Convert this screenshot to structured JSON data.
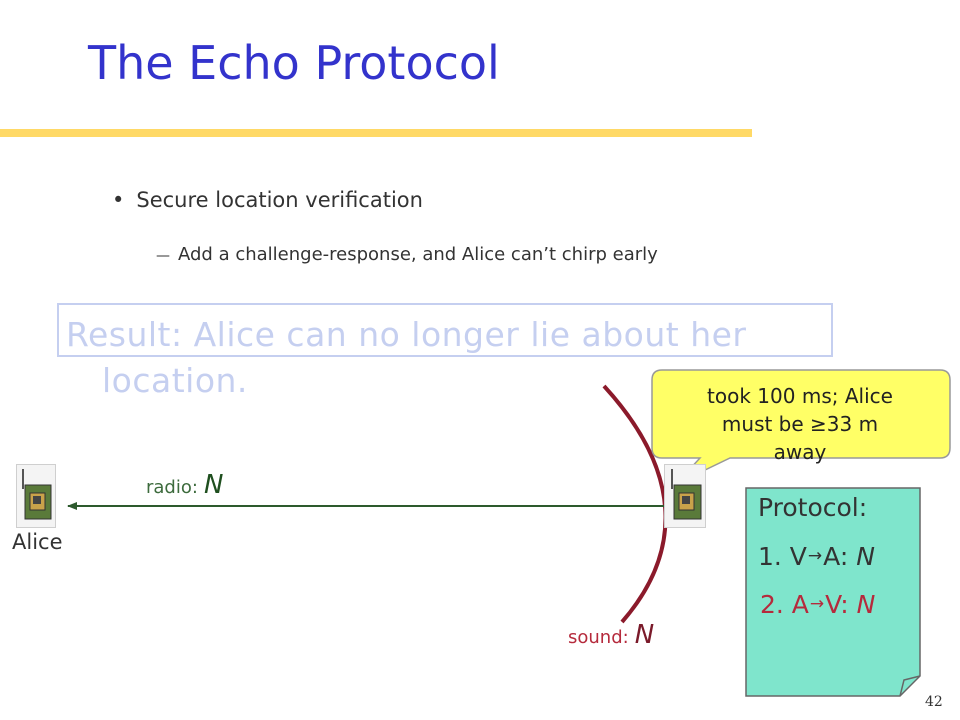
{
  "slide": {
    "title": "The Echo Protocol",
    "bullets": [
      {
        "text": "Secure location verification",
        "sub": "Add a challenge-response, and Alice can’t chirp early"
      }
    ],
    "result": {
      "line1": "Result: Alice can no longer lie about her",
      "line2": "location."
    },
    "diagram": {
      "alice_label": "Alice",
      "radio_label": "radio:",
      "sound_label": "sound:",
      "nonce": "N",
      "callout": {
        "line1": "took 100 ms; Alice",
        "line2": "must be ≥33 m",
        "line3": "away"
      },
      "protocol": {
        "heading": "Protocol:",
        "step1_prefix": "1. V",
        "step1_to": "A: ",
        "step2_prefix": "2. A",
        "step2_to": "V: ",
        "arrow": "→"
      }
    },
    "slide_number": "42",
    "colors": {
      "title": "#3333cc",
      "title_rule": "#ffd966",
      "result_faded": "#c5cff0",
      "radio_arrow": "#2d5a2d",
      "sound_curve": "#8b1a2b",
      "callout_fill": "#ffff66",
      "protocol_fill": "#7fe5cc"
    }
  }
}
